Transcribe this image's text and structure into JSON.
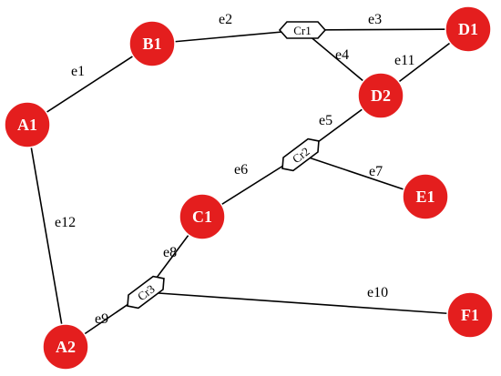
{
  "colors": {
    "node_fill": "#e41e1e",
    "node_text": "#ffffff",
    "edge": "#000000",
    "hex_fill": "#ffffff",
    "hex_stroke": "#000000",
    "background": "#ffffff"
  },
  "nodes": {
    "A1": "A1",
    "A2": "A2",
    "B1": "B1",
    "C1": "C1",
    "D1": "D1",
    "D2": "D2",
    "E1": "E1",
    "F1": "F1"
  },
  "crosses": {
    "Cr1": "Cr1",
    "Cr2": "Cr2",
    "Cr3": "Cr3"
  },
  "edges": {
    "e1": "e1",
    "e2": "e2",
    "e3": "e3",
    "e4": "e4",
    "e5": "e5",
    "e6": "e6",
    "e7": "e7",
    "e8": "e8",
    "e9": "e9",
    "e10": "e10",
    "e11": "e11",
    "e12": "e12"
  },
  "connections": [
    [
      "A1",
      "B1"
    ],
    [
      "B1",
      "Cr1"
    ],
    [
      "Cr1",
      "D1"
    ],
    [
      "Cr1",
      "D2"
    ],
    [
      "D1",
      "D2"
    ],
    [
      "D2",
      "Cr2"
    ],
    [
      "Cr2",
      "C1"
    ],
    [
      "Cr2",
      "E1"
    ],
    [
      "C1",
      "Cr3"
    ],
    [
      "Cr3",
      "A2"
    ],
    [
      "Cr3",
      "F1"
    ],
    [
      "A1",
      "A2"
    ]
  ]
}
